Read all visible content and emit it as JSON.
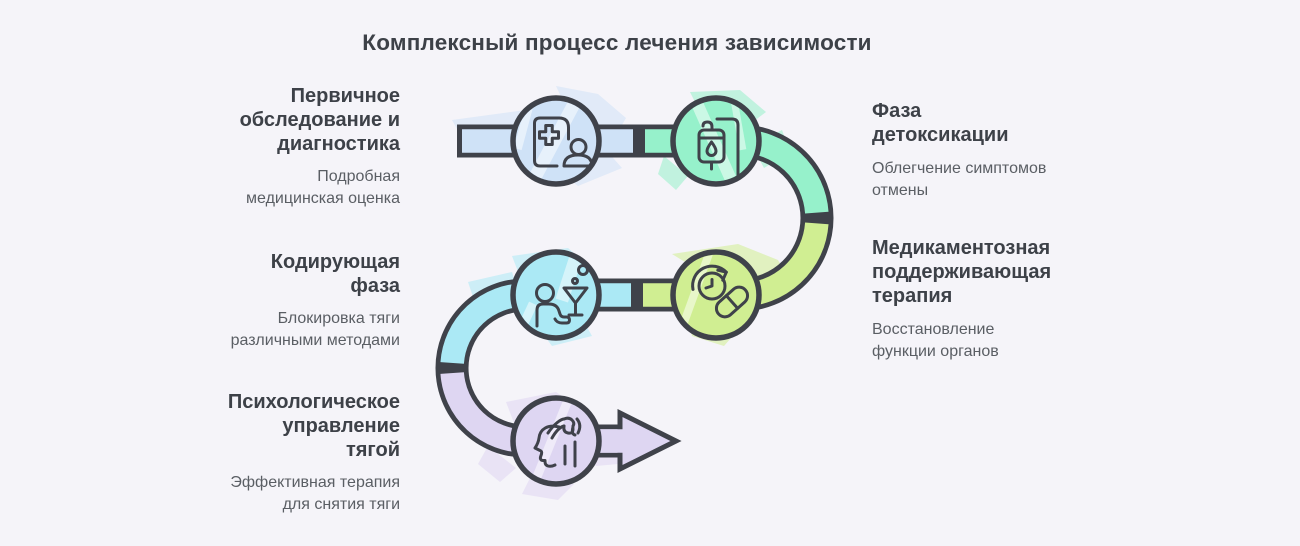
{
  "title": "Комплексный процесс лечения зависимости",
  "colors": {
    "background": "#f5f4f9",
    "outline": "#3f424a",
    "heading_text": "#3d4148",
    "subtitle_text": "#5a5e64"
  },
  "steps": [
    {
      "id": 1,
      "heading_lines": [
        "Первичное",
        "обследование и",
        "диагностика"
      ],
      "subtitle_lines": [
        "Подробная",
        "медицинская оценка"
      ],
      "icon": "medical-report-person-icon",
      "color": "#cfe2f7",
      "label_side": "left"
    },
    {
      "id": 2,
      "heading_lines": [
        "Фаза",
        "детоксикации"
      ],
      "subtitle_lines": [
        "Облегчение симптомов",
        "отмены"
      ],
      "icon": "iv-drip-icon",
      "color": "#96f1cb",
      "label_side": "right"
    },
    {
      "id": 3,
      "heading_lines": [
        "Медикаментозная",
        "поддерживающая",
        "терапия"
      ],
      "subtitle_lines": [
        "Восстановление",
        "функции органов"
      ],
      "icon": "pills-cycle-icon",
      "color": "#d0ee92",
      "label_side": "right"
    },
    {
      "id": 4,
      "heading_lines": [
        "Кодирующая",
        "фаза"
      ],
      "subtitle_lines": [
        "Блокировка тяги",
        "различными методами"
      ],
      "icon": "person-cocktail-icon",
      "color": "#abe9f5",
      "label_side": "left"
    },
    {
      "id": 5,
      "heading_lines": [
        "Психологическое",
        "управление",
        "тягой"
      ],
      "subtitle_lines": [
        "Эффективная терапия",
        "для снятия тяги"
      ],
      "icon": "head-hand-icon",
      "color": "#ded6f2",
      "label_side": "left"
    }
  ]
}
